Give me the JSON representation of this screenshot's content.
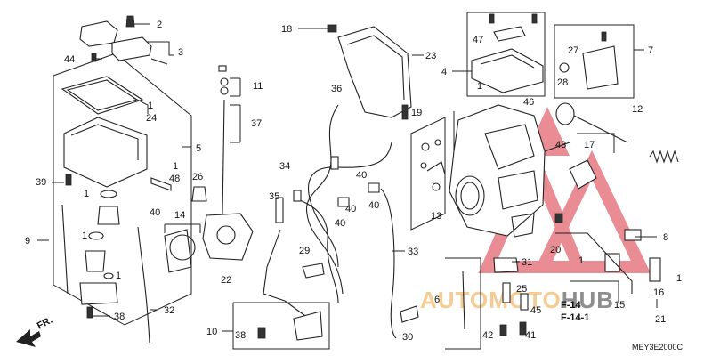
{
  "diagram": {
    "code": "MEY3E2000C",
    "front_marker": "FR.",
    "ref_labels": [
      "F-14",
      "F-14-1"
    ],
    "watermark": {
      "text_a": "AUTO",
      "text_b": "MOTO",
      "text_c": "HUB",
      "color_a": "#f2a23a",
      "color_b": "#d9303c"
    },
    "callouts": {
      "c1a": "1",
      "c1b": "1",
      "c1c": "1",
      "c1d": "1",
      "c1e": "1",
      "c1f": "1",
      "c1g": "1",
      "c1h": "1",
      "c2": "2",
      "c3": "3",
      "c4": "4",
      "c5": "5",
      "c6": "6",
      "c7": "7",
      "c8": "8",
      "c9": "9",
      "c10": "10",
      "c11": "11",
      "c12": "12",
      "c13": "13",
      "c14": "14",
      "c15": "15",
      "c16": "16",
      "c17": "17",
      "c18": "18",
      "c19": "19",
      "c20": "20",
      "c21": "21",
      "c22": "22",
      "c23": "23",
      "c24": "24",
      "c25": "25",
      "c26": "26",
      "c27": "27",
      "c28": "28",
      "c29": "29",
      "c30": "30",
      "c31": "31",
      "c32": "32",
      "c33": "33",
      "c34": "34",
      "c35": "35",
      "c36": "36",
      "c37": "37",
      "c38a": "38",
      "c38b": "38",
      "c39": "39",
      "c40a": "40",
      "c40b": "40",
      "c40c": "40",
      "c40d": "40",
      "c40e": "40",
      "c41": "41",
      "c42": "42",
      "c43": "43",
      "c44": "44",
      "c45": "45",
      "c46": "46",
      "c47": "47",
      "c48": "48"
    }
  }
}
